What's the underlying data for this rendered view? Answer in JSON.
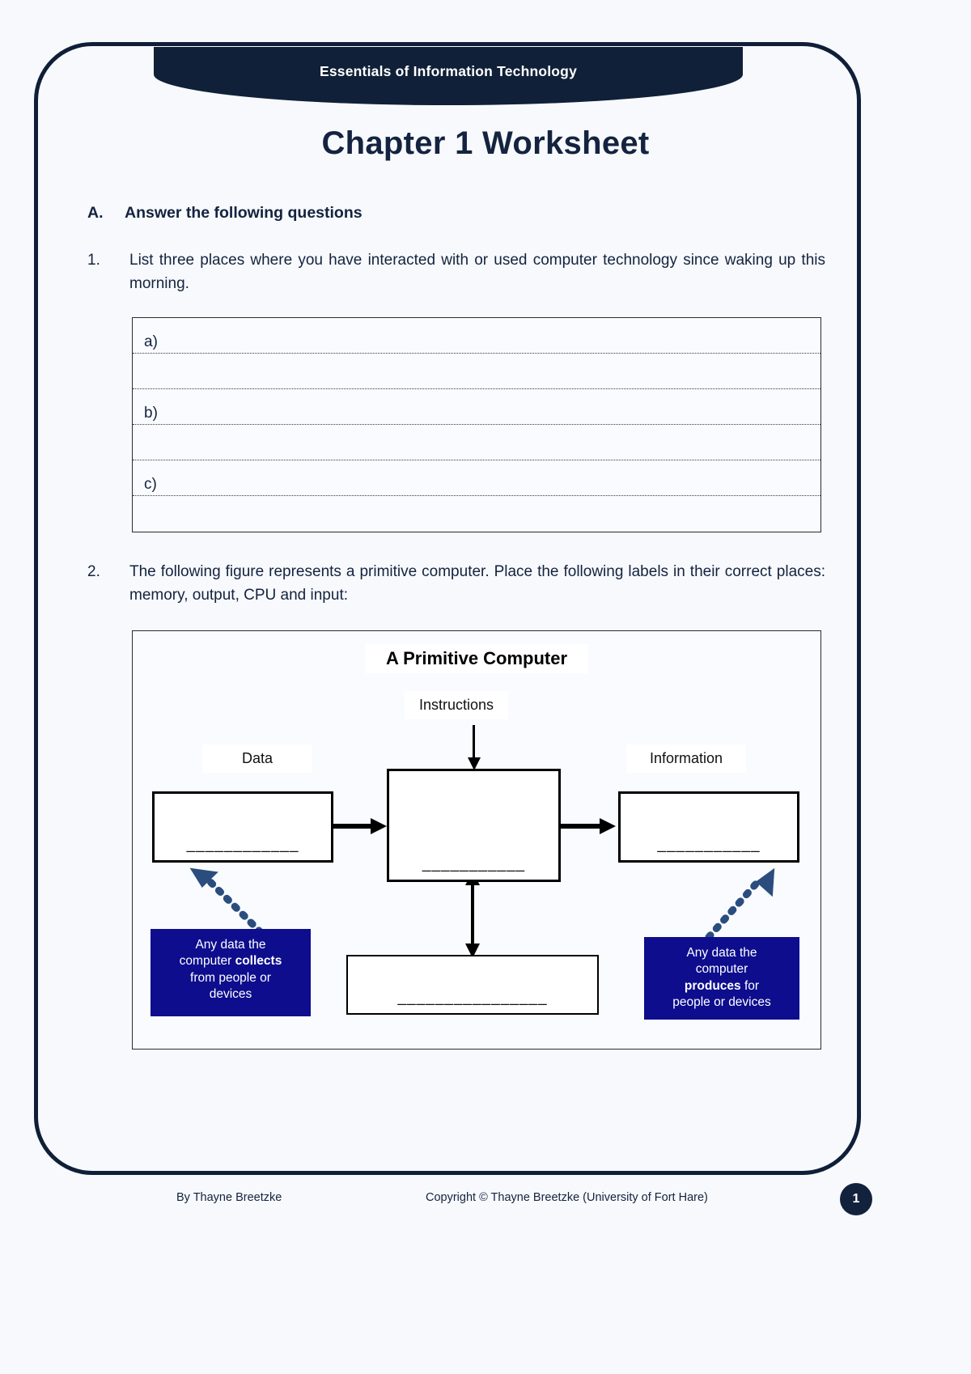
{
  "banner": {
    "title": "Essentials of Information Technology"
  },
  "document": {
    "title": "Chapter 1 Worksheet"
  },
  "section_a": {
    "marker": "A.",
    "heading": "Answer the following questions"
  },
  "questions": [
    {
      "number": "1.",
      "text": "List three places where you have interacted with or used computer technology since waking up this morning.",
      "answer_rows": [
        {
          "label": "a)"
        },
        {
          "label": ""
        },
        {
          "label": "b)"
        },
        {
          "label": ""
        },
        {
          "label": "c)"
        },
        {
          "label": ""
        }
      ]
    },
    {
      "number": "2.",
      "text": "The following figure represents a primitive computer.  Place the following labels in their correct places: memory, output, CPU and input:"
    }
  ],
  "figure": {
    "title": "A Primitive Computer",
    "labels": {
      "instructions": "Instructions",
      "data": "Data",
      "information": "Information"
    },
    "blanks": {
      "input": "____________",
      "cpu": "___________",
      "output": "___________",
      "memory": "________________"
    },
    "callouts": {
      "left_line1": "Any data the",
      "left_line2_pre": "computer ",
      "left_line2_bold": "collects",
      "left_line3": "from people or",
      "left_line4": "devices",
      "right_line1": "Any data the",
      "right_line2": "computer",
      "right_line3_bold": "produces",
      "right_line3_post": " for",
      "right_line4": "people or devices"
    }
  },
  "footer": {
    "author": "By Thayne Breetzke",
    "copyright": "Copyright © Thayne Breetzke (University of Fort Hare)",
    "page_number": "1"
  },
  "colors": {
    "navy": "#12223d",
    "callout_blue": "#0d0d8e",
    "arrow_blue": "#2b4d7e",
    "page_bg": "#f7f9fc"
  }
}
